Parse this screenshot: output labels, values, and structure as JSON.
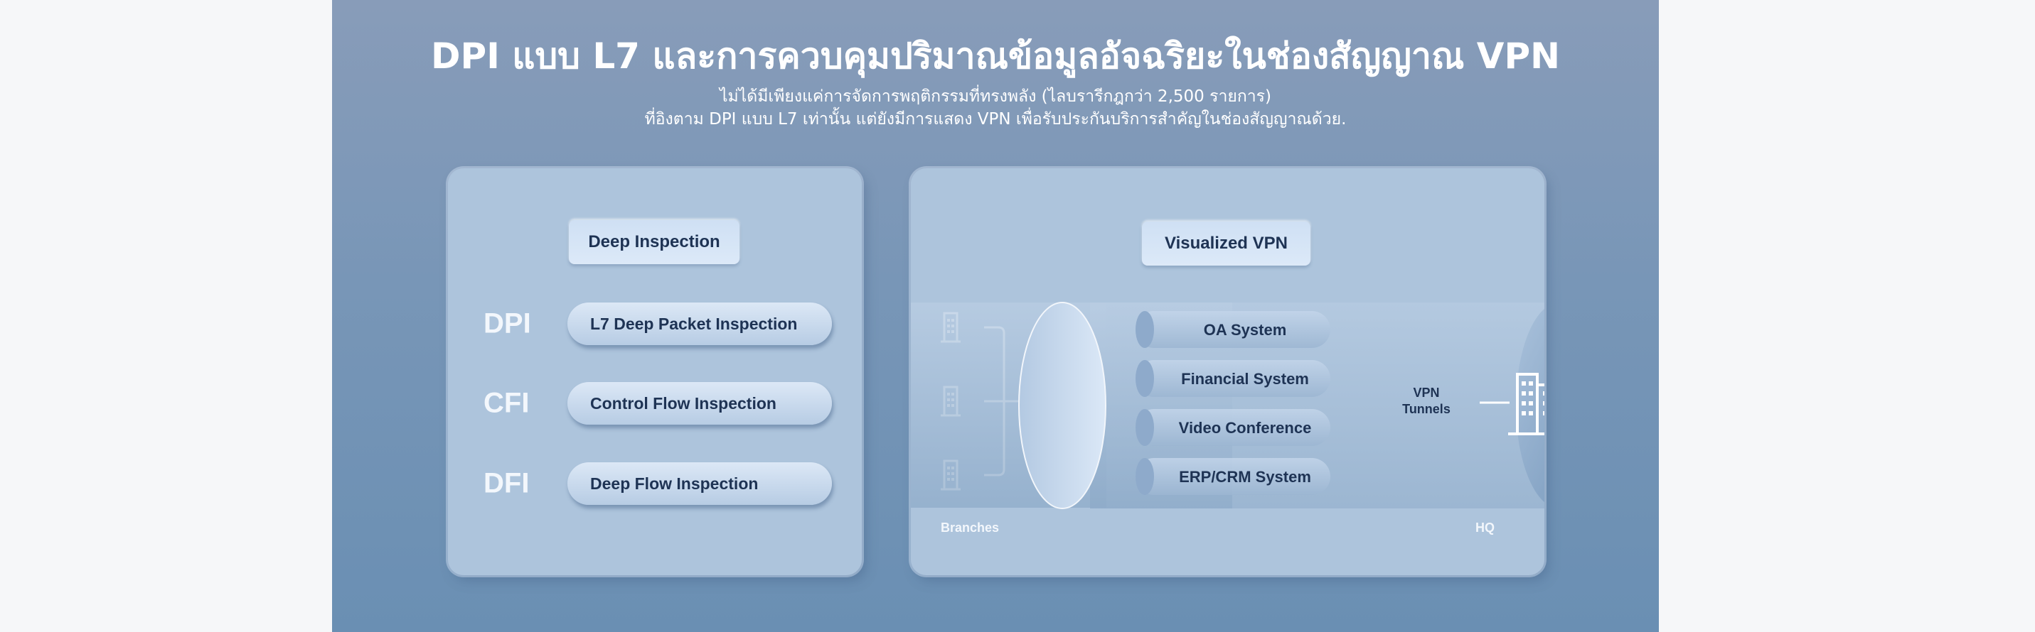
{
  "header": {
    "title": "DPI แบบ L7 และการควบคุมปริมาณข้อมูลอัจฉริยะในช่องสัญญาณ VPN",
    "subtitle_line1": "ไม่ได้มีเพียงแค่การจัดการพฤติกรรมที่ทรงพลัง (ไลบรารีกฎกว่า 2,500 รายการ)",
    "subtitle_line2": "ที่อิงตาม DPI แบบ L7 เท่านั้น แต่ยังมีการแสดง VPN เพื่อรับประกันบริการสำคัญในช่องสัญญาณด้วย."
  },
  "inspection": {
    "heading": "Deep Inspection",
    "rows": [
      {
        "abbr": "DPI",
        "label": "L7 Deep Packet Inspection"
      },
      {
        "abbr": "CFI",
        "label": "Control Flow Inspection"
      },
      {
        "abbr": "DFI",
        "label": "Deep Flow Inspection"
      }
    ]
  },
  "vpn": {
    "heading": "Visualized VPN",
    "systems": [
      "OA System",
      "Financial  System",
      "Video Conference",
      "ERP/CRM System"
    ],
    "tunnel_label_1": "VPN",
    "tunnel_label_2": "Tunnels",
    "branches_label": "Branches",
    "hq_label": "HQ"
  }
}
